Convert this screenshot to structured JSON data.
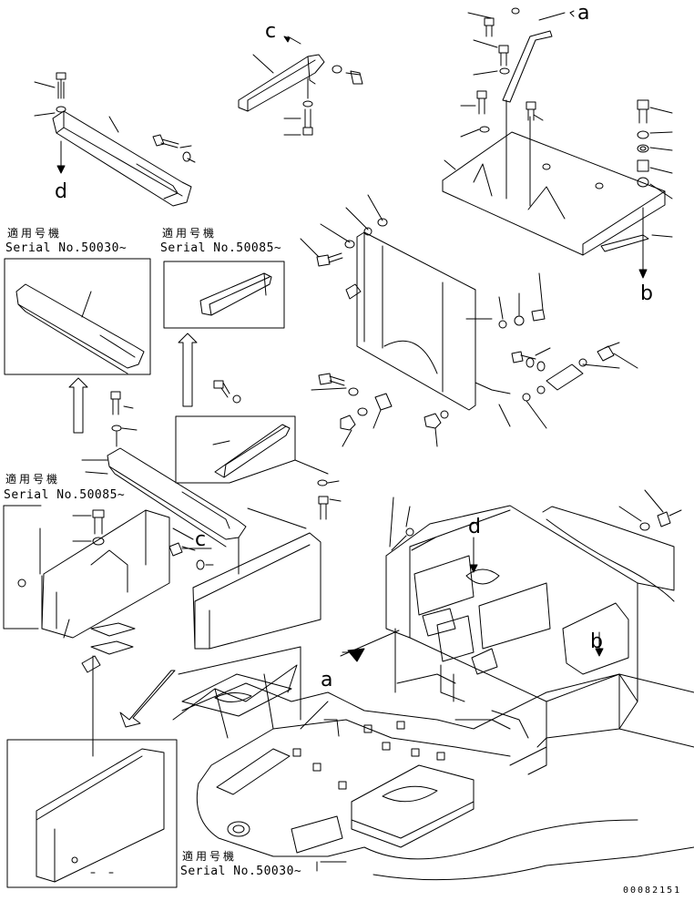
{
  "labels": {
    "applicable_jp": "適用号機",
    "serial_50030": "Serial No.50030~",
    "serial_50085": "Serial No.50085~"
  },
  "callouts": {
    "a": "a",
    "b": "b",
    "c": "c",
    "d": "d"
  },
  "drawing_number": "00082151"
}
